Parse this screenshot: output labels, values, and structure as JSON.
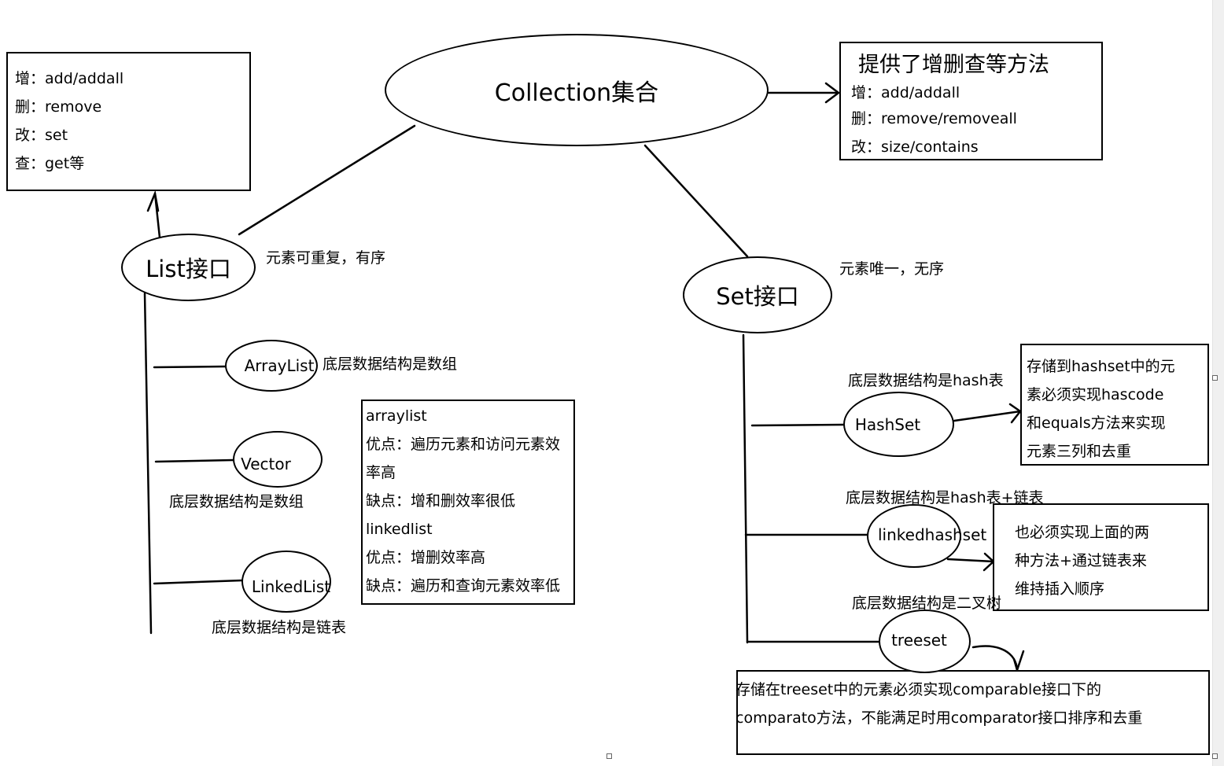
{
  "nodes": {
    "collection": "Collection集合",
    "list": "List接口",
    "set": "Set接口",
    "arraylist": "ArrayList",
    "vector": "Vector",
    "linkedlist": "LinkedList",
    "hashset": "HashSet",
    "linkedhashset": "linkedhashset",
    "treeset": "treeset"
  },
  "boxes": {
    "list_methods": [
      "增：add/addall",
      "删：remove",
      "改：set",
      "查：get等"
    ],
    "collection_methods": {
      "heading": "提供了增删查等方法",
      "lines": [
        "增：add/addall",
        "删：remove/removeall",
        "改：size/contains"
      ]
    },
    "list_compare": [
      "arraylist",
      "优点：遍历元素和访问元素效",
      "率高",
      "缺点：增和删效率很低",
      "linkedlist",
      "优点：增删效率高",
      "缺点：遍历和查询元素效率低"
    ],
    "hashset_note": [
      "存储到hashset中的元",
      "素必须实现hascode",
      "和equals方法来实现",
      "元素三列和去重"
    ],
    "linkedhashset_note": [
      "也必须实现上面的两",
      "种方法+通过链表来",
      "维持插入顺序"
    ],
    "treeset_note": [
      "存储在treeset中的元素必须实现comparable接口下的",
      "comparato方法，不能满足时用comparator接口排序和去重"
    ]
  },
  "labels": {
    "list_desc": "元素可重复，有序",
    "set_desc": "元素唯一，无序",
    "arraylist_desc": "底层数据结构是数组",
    "vector_desc": "底层数据结构是数组",
    "linkedlist_desc": "底层数据结构是链表",
    "hashset_desc": "底层数据结构是hash表",
    "linkedhashset_desc": "底层数据结构是hash表+链表",
    "treeset_desc": "底层数据结构是二叉树"
  }
}
